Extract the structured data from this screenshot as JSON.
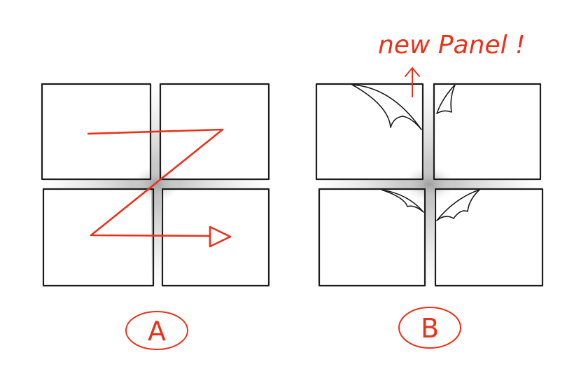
{
  "diagram": {
    "figure_a": {
      "label": "A",
      "label_color": "#e8331c"
    },
    "figure_b": {
      "label": "B",
      "label_color": "#e8331c",
      "annotation": "new Panel !"
    },
    "colors": {
      "accent": "#e8331c",
      "panel_border": "#1c1c1c",
      "gutter_shadow": "#bdbdbd",
      "background": "#ffffff"
    },
    "icons": {
      "reading_path": "z-path-arrow-icon",
      "up_arrow": "up-arrow-icon",
      "page_curl": "page-curl-icon"
    }
  }
}
